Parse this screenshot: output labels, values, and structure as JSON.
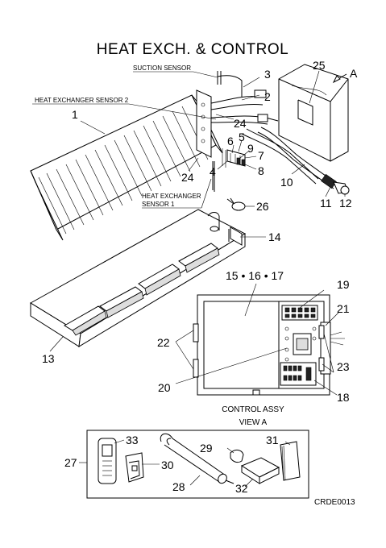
{
  "title": "HEAT EXCH. & CONTROL",
  "labels": {
    "suction_sensor": "SUCTION SENSOR",
    "hx_sensor_2": "HEAT EXCHANGER SENSOR 2",
    "hx_sensor_1_line1": "HEAT EXCHANGER",
    "hx_sensor_1_line2": "SENSOR 1",
    "view_a_arrow": "A",
    "control_assy": "CONTROL ASSY",
    "view_a": "VIEW A",
    "drawing_code": "CRDE0013"
  },
  "parts": {
    "p1": "1",
    "p2": "2",
    "p3": "3",
    "p4": "4",
    "p5": "5",
    "p6": "6",
    "p7": "7",
    "p8": "8",
    "p9": "9",
    "p10": "10",
    "p11": "11",
    "p12": "12",
    "p13": "13",
    "p14": "14",
    "p15_17": "15 • 16 • 17",
    "p18": "18",
    "p19": "19",
    "p20": "20",
    "p21": "21",
    "p22": "22",
    "p23": "23",
    "p24a": "24",
    "p24b": "24",
    "p25": "25",
    "p26": "26",
    "p27": "27",
    "p28": "28",
    "p29": "29",
    "p30": "30",
    "p31": "31",
    "p32": "32",
    "p33": "33"
  }
}
